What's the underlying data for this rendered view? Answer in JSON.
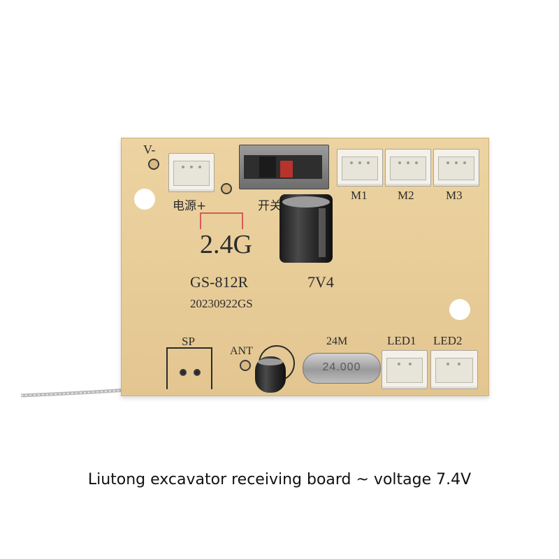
{
  "board": {
    "v_minus": "V-",
    "power_plus": "电源+",
    "switch_label": "开关",
    "m1": "M1",
    "m2": "M2",
    "m3": "M3",
    "band": "2.4G",
    "model": "GS-812R",
    "voltage": "7V4",
    "date_code": "20230922GS",
    "sp": "SP",
    "ant": "ANT",
    "crystal": "24M",
    "crystal_marking": "24.000",
    "led1": "LED1",
    "led2": "LED2"
  },
  "caption": "Liutong excavator receiving board ~ voltage 7.4V"
}
